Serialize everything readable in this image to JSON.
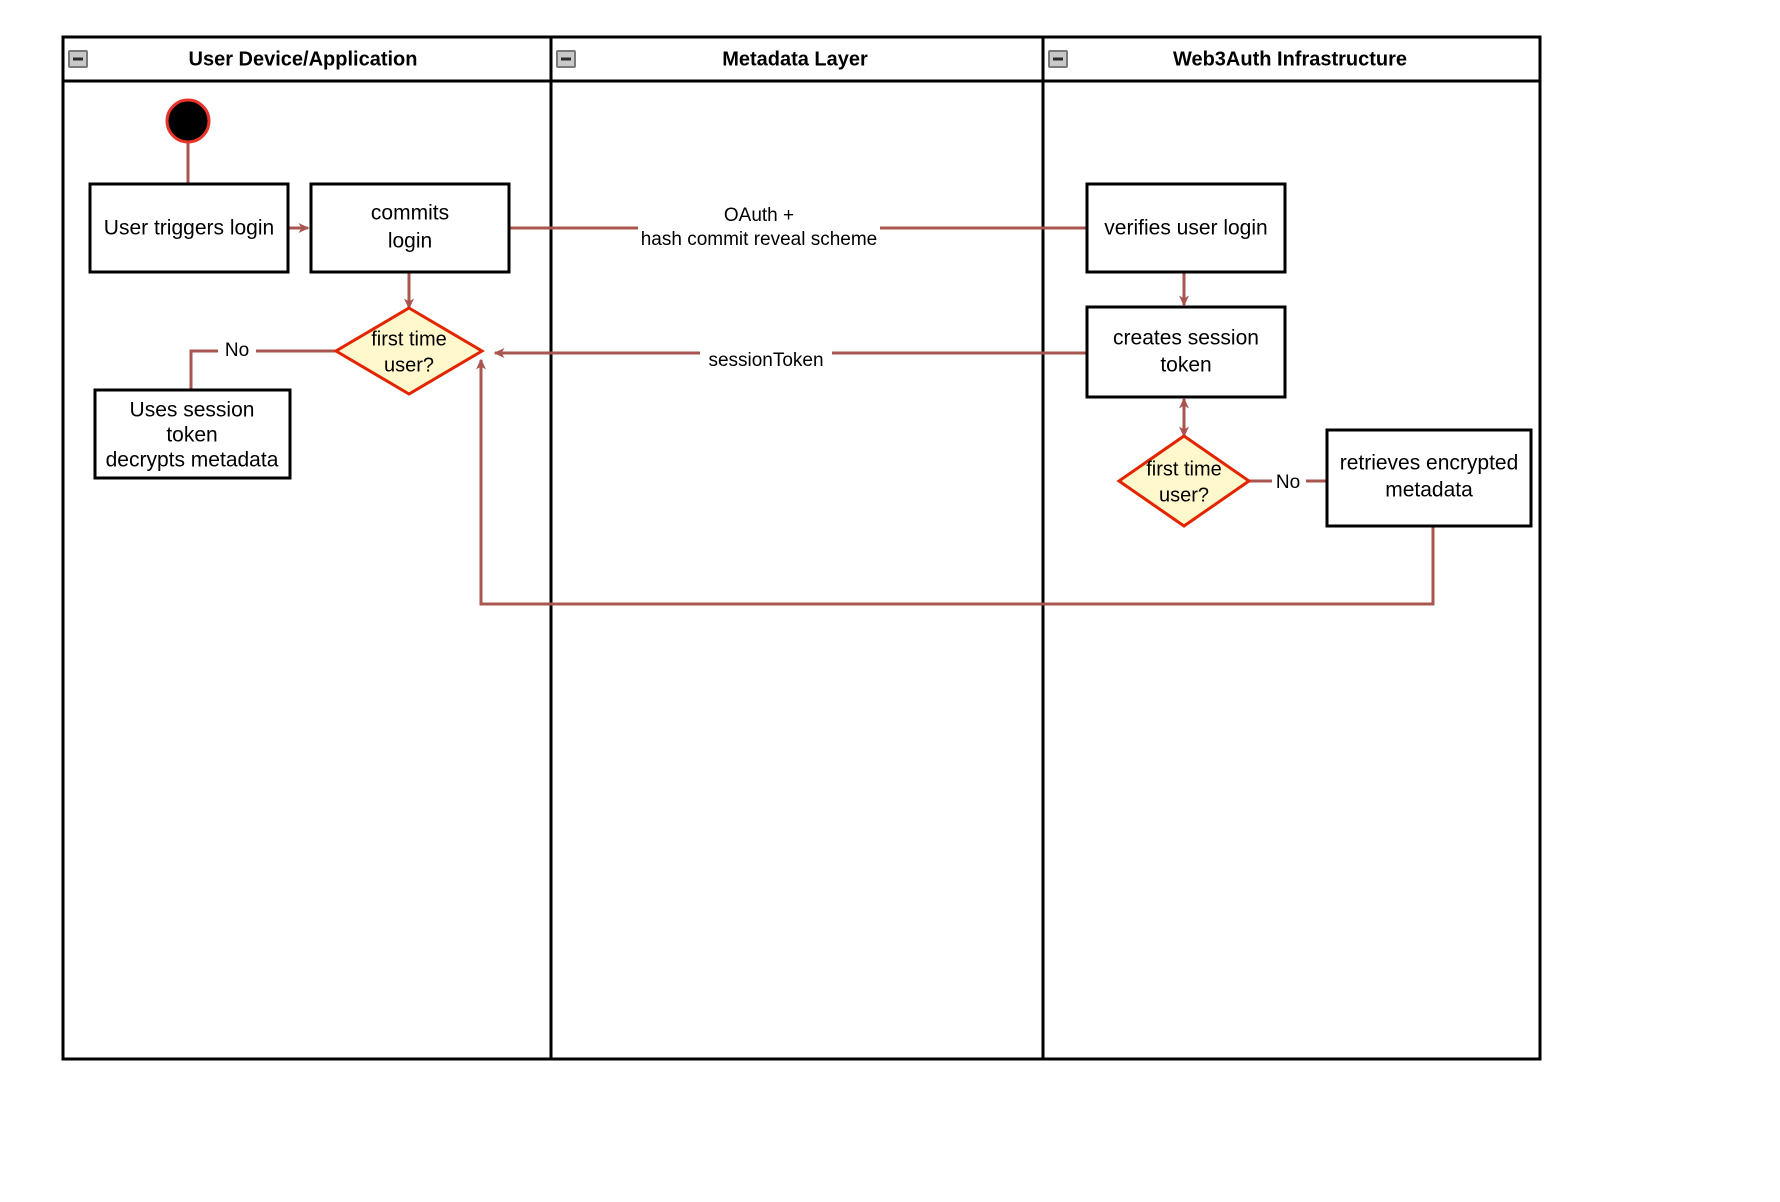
{
  "diagram": {
    "type": "uml-activity-swimlane",
    "title": "Web3Auth login activity diagram",
    "colors": {
      "flow_arrow": "#A8564F",
      "decision_fill": "#FFF8CC",
      "decision_stroke": "#E32400",
      "node_stroke": "#000000",
      "node_fill": "#FFFFFF",
      "start_node_fill": "#000000",
      "start_node_ring": "#E8352B",
      "lane_border": "#000000",
      "collapse_icon_fill": "#C8C8C8"
    }
  },
  "lanes": [
    {
      "id": "lane-user-device",
      "label": "User Device/Application",
      "collapse_icon": "minus-box-icon"
    },
    {
      "id": "lane-metadata",
      "label": "Metadata Layer",
      "collapse_icon": "minus-box-icon"
    },
    {
      "id": "lane-web3auth",
      "label": "Web3Auth Infrastructure",
      "collapse_icon": "minus-box-icon"
    }
  ],
  "nodes": {
    "start": {
      "shape": "initial-node",
      "label": ""
    },
    "user_triggers_login": {
      "shape": "action",
      "lines": [
        "User triggers login"
      ]
    },
    "commits_login": {
      "shape": "action",
      "lines": [
        "commits",
        "login"
      ]
    },
    "decision_user_lane": {
      "shape": "decision",
      "lines": [
        "first time",
        "user?"
      ]
    },
    "uses_session_token": {
      "shape": "action",
      "lines": [
        "Uses session",
        "token",
        "decrypts metadata"
      ]
    },
    "verifies_user_login": {
      "shape": "action",
      "lines": [
        "verifies user login"
      ]
    },
    "creates_session_token": {
      "shape": "action",
      "lines": [
        "creates session",
        "token"
      ]
    },
    "decision_web3auth_lane": {
      "shape": "decision",
      "lines": [
        "first time",
        "user?"
      ]
    },
    "retrieves_encrypted_metadata": {
      "shape": "action",
      "lines": [
        "retrieves encrypted",
        "metadata"
      ]
    }
  },
  "edges": [
    {
      "id": "edge-start-to-trigger",
      "from": "start",
      "to": "user_triggers_login",
      "label": "",
      "arrow": "none"
    },
    {
      "id": "edge-trigger-to-commits",
      "from": "user_triggers_login",
      "to": "commits_login",
      "label": "",
      "arrow": "end"
    },
    {
      "id": "edge-commits-to-verifies",
      "from": "commits_login",
      "to": "verifies_user_login",
      "label_lines": [
        "OAuth +",
        "hash commit reveal scheme"
      ],
      "arrow": "none"
    },
    {
      "id": "edge-commits-to-decision",
      "from": "commits_login",
      "to": "decision_user_lane",
      "label": "",
      "arrow": "end"
    },
    {
      "id": "edge-decision-no-to-session",
      "from": "decision_user_lane",
      "to": "uses_session_token",
      "label": "No",
      "arrow": "none"
    },
    {
      "id": "edge-verifies-to-creates",
      "from": "verifies_user_login",
      "to": "creates_session_token",
      "label": "",
      "arrow": "end"
    },
    {
      "id": "edge-creates-to-decision-user",
      "from": "creates_session_token",
      "to": "decision_user_lane",
      "label": "sessionToken",
      "arrow": "end"
    },
    {
      "id": "edge-creates-to-decision-web3auth",
      "from": "creates_session_token",
      "to": "decision_web3auth_lane",
      "label": "",
      "arrow": "both"
    },
    {
      "id": "edge-decision-web3auth-no-to-retrieves",
      "from": "decision_web3auth_lane",
      "to": "retrieves_encrypted_metadata",
      "label": "No",
      "arrow": "none"
    },
    {
      "id": "edge-retrieves-back-to-decision-user",
      "from": "retrieves_encrypted_metadata",
      "to": "decision_user_lane",
      "label": "",
      "arrow": "end"
    }
  ],
  "labels": {
    "no_left": "No",
    "no_right": "No",
    "oauth_line1": "OAuth +",
    "oauth_line2": "hash commit reveal scheme",
    "session_token": "sessionToken"
  }
}
